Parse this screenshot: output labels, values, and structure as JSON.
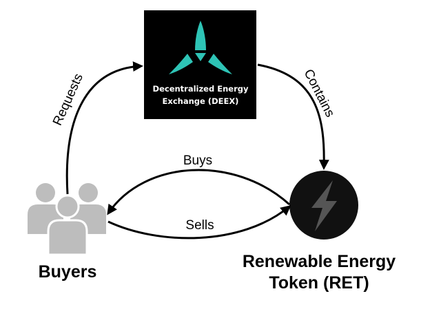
{
  "nodes": {
    "deex": {
      "label_line1": "Decentralized Energy",
      "label_line2": "Exchange (DEEX)",
      "logo_icon": "turbine-blades-icon",
      "logo_color": "#2ec4b6",
      "background": "#000000"
    },
    "buyers": {
      "label": "Buyers",
      "icon": "people-group-icon",
      "icon_color": "#bdbdbd"
    },
    "ret": {
      "label_line1": "Renewable Energy",
      "label_line2": "Token (RET)",
      "icon": "lightning-bolt-icon",
      "icon_color": "#555555",
      "background": "#111111"
    }
  },
  "edges": {
    "requests": "Requests",
    "contains": "Contains",
    "buys": "Buys",
    "sells": "Sells"
  }
}
